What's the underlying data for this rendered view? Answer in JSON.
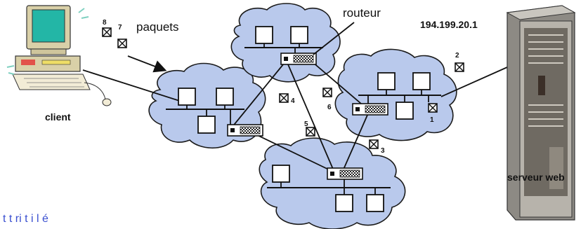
{
  "labels": {
    "paquets": "paquets",
    "routeur": "routeur",
    "ip": "194.199.20.1",
    "client": "client",
    "server": "serveur web"
  },
  "packets": [
    "8",
    "7",
    "4",
    "6",
    "5",
    "3",
    "2",
    "1"
  ],
  "caption": "t   t         ri   t          i   l  é",
  "colors": {
    "cloud": "#b9c9ec",
    "caption": "#3a4fd0"
  },
  "icons": [
    "computer-icon",
    "server-icon",
    "router-icon",
    "packet-icon",
    "arrow-icon"
  ]
}
